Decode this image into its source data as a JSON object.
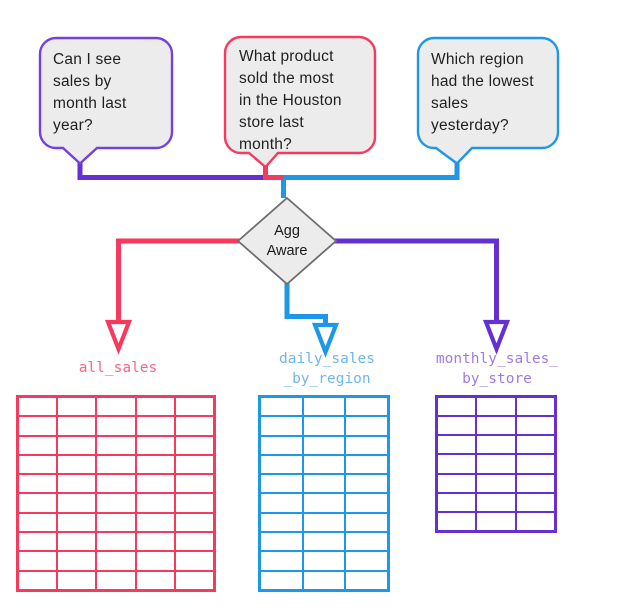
{
  "canvas": {
    "background": "#ffffff"
  },
  "colors": {
    "pink": "#f8395e",
    "blue": "#1e97e8",
    "purple": "#6530d2",
    "bubble_purple": "#7440e4",
    "label_pink": "#fb6584",
    "label_blue": "#70b6ee",
    "label_purple": "#9d7ce6",
    "shape_fill": "#ececec",
    "shape_stroke": "#6e6e6e",
    "arrow_fill": "#ffffff",
    "text": "#1f1f1f"
  },
  "questions": [
    {
      "id": "q1",
      "text": "Can I see\nsales by\nmonth last\nyear?"
    },
    {
      "id": "q2",
      "text": "What product\nsold the most\nin the Houston\nstore last\nmonth?"
    },
    {
      "id": "q3",
      "text": "Which region\nhad the lowest\nsales\nyesterday?"
    }
  ],
  "decision": {
    "label": "Agg\nAware"
  },
  "tables": [
    {
      "name": "all_sales",
      "label": "all_sales",
      "rows": 10,
      "cols": 5,
      "color": "#f8395e",
      "label_color": "#fb6584"
    },
    {
      "name": "daily_sales_by_region",
      "label": "daily_sales\n_by_region",
      "rows": 10,
      "cols": 3,
      "color": "#1e97e8",
      "label_color": "#70b6ee"
    },
    {
      "name": "monthly_sales_by_store",
      "label": "monthly_sales_\nby_store",
      "rows": 7,
      "cols": 3,
      "color": "#6530d2",
      "label_color": "#9d7ce6"
    }
  ]
}
